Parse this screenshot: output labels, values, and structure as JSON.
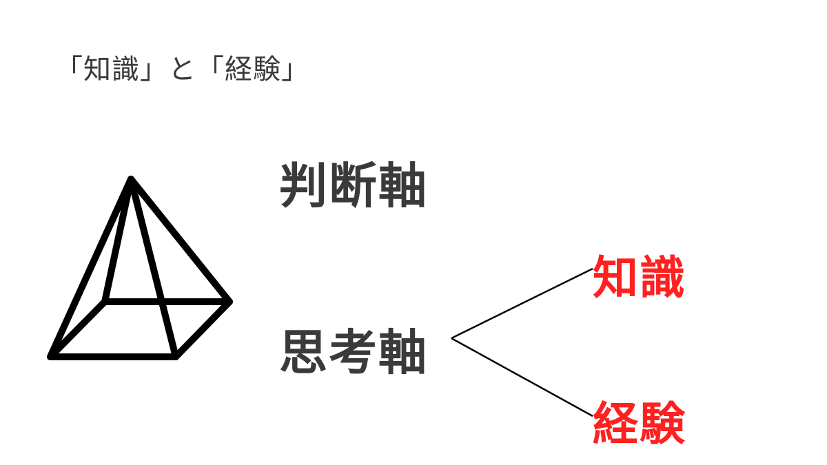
{
  "slide": {
    "title": "「知識」と「経験」",
    "judgment_axis": "判断軸",
    "thinking_axis": "思考軸",
    "branches": {
      "knowledge": "知識",
      "experience": "経験"
    }
  },
  "colors": {
    "dark_text": "#3a3a3a",
    "accent_red": "#ff2020",
    "line": "#000000"
  },
  "icons": {
    "pyramid": "pyramid-icon"
  }
}
